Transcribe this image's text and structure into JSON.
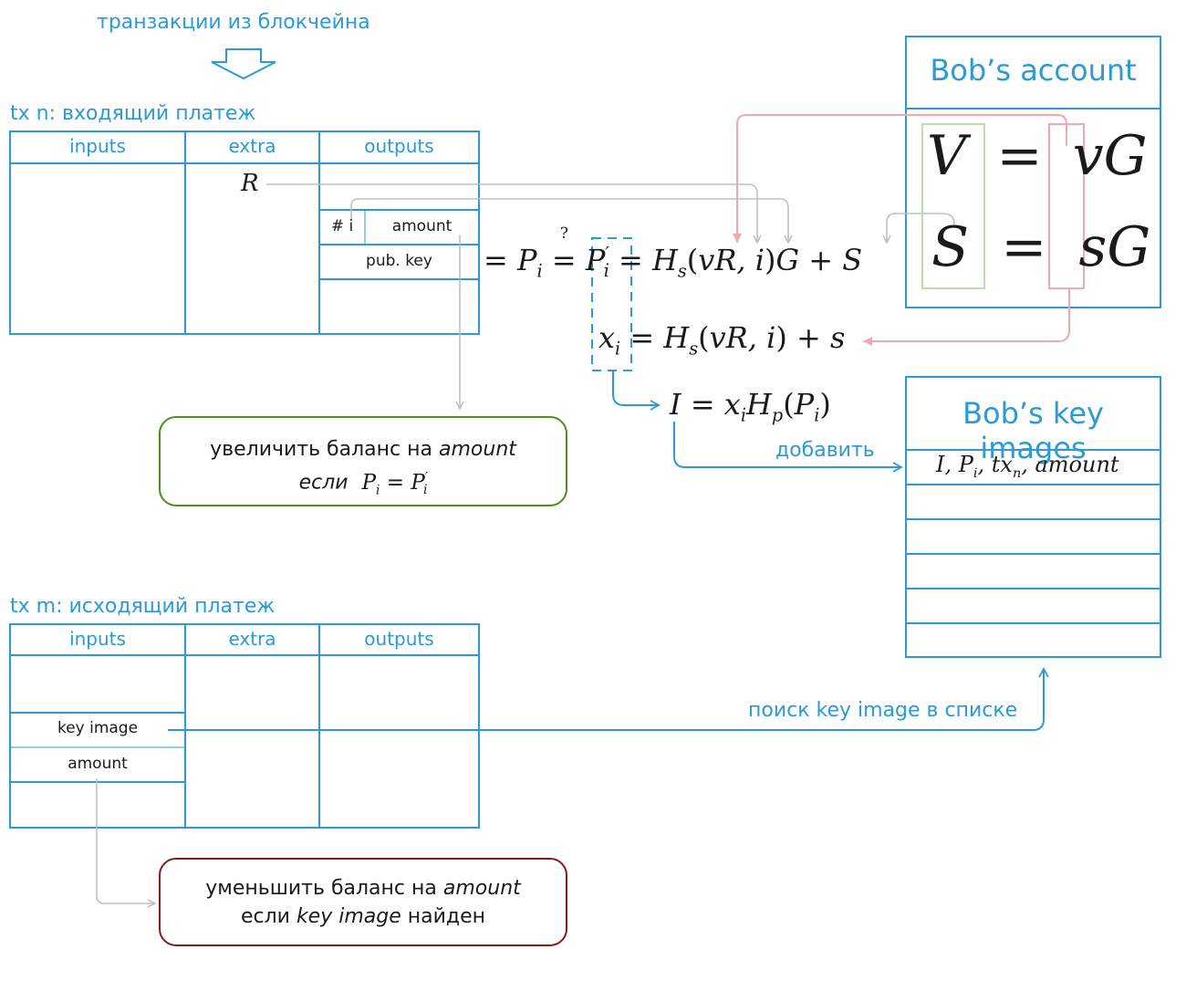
{
  "source_label": "транзакции из блокчейна",
  "tx_n": {
    "title": "tx n: входящий платеж",
    "columns": [
      "inputs",
      "extra",
      "outputs"
    ],
    "extra_value": "R",
    "output_index": "# i",
    "output_amount": "amount",
    "output_pubkey": "pub. key"
  },
  "tx_m": {
    "title": "tx m: исходящий платеж",
    "columns": [
      "inputs",
      "extra",
      "outputs"
    ],
    "input_key_image": "key image",
    "input_amount": "amount"
  },
  "equations": {
    "pub_key_check": "= P_i =? P'_i = H_s(vR, i)G + S",
    "one_time_key": "x_i = H_s(vR, i) + s",
    "key_image": "I = x_i H_p(P_i)"
  },
  "bob_account": {
    "title": "Bob’s account",
    "view_key": "V = vG",
    "spend_key": "S = sG"
  },
  "bob_key_images": {
    "title": "Bob’s key images",
    "row_1": "I, P_i, tx_n, amount"
  },
  "labels": {
    "add": "добавить",
    "search": "поиск key image в списке"
  },
  "notes": {
    "increase_line1": "увеличить баланс на",
    "increase_amount": "amount",
    "increase_line2": "если",
    "increase_condition": "P_i = P'_i",
    "decrease_line1": "уменьшить баланс на",
    "decrease_amount": "amount",
    "decrease_line2": "если",
    "decrease_key_image": "key image",
    "decrease_found": "найден"
  },
  "colors": {
    "blue": "#2c9ad4",
    "grey_arrow": "#c0c0c0",
    "pink_arrow": "#f2a8ad",
    "green_box": "#b8e0a8",
    "increase_border": "#4a8f1f",
    "decrease_border": "#8b1a1a"
  }
}
